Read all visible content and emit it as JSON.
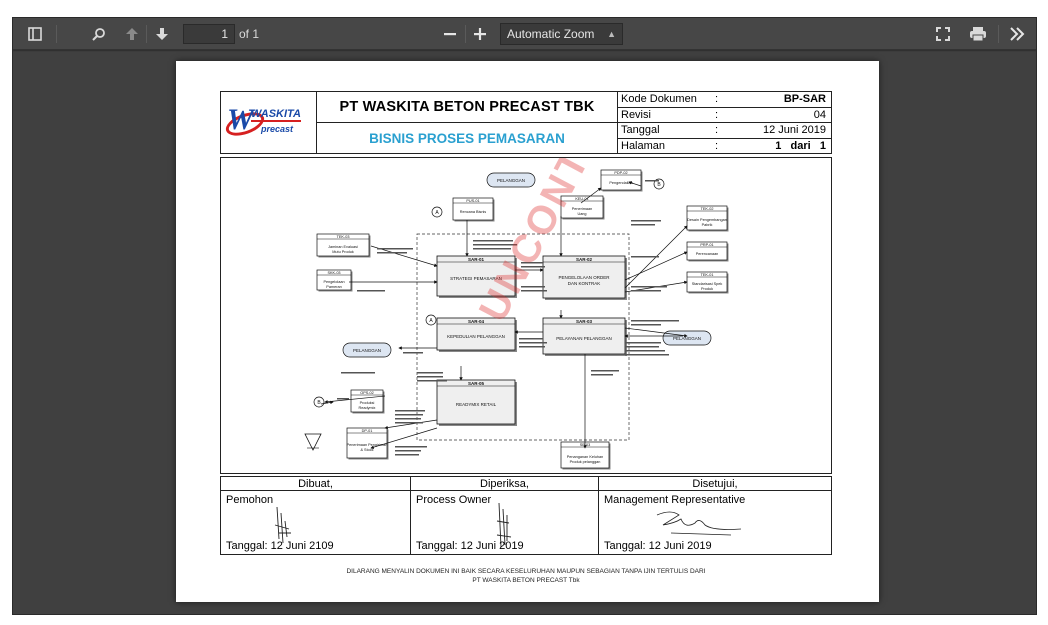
{
  "toolbar": {
    "page_number": "1",
    "page_count": "of 1",
    "zoom": "Automatic Zoom",
    "icons": [
      "sidebar-toggle-icon",
      "search-icon",
      "previous-page-icon",
      "next-page-icon",
      "zoom-out-icon",
      "zoom-in-icon",
      "presentation-mode-icon",
      "print-icon",
      "tools-icon"
    ]
  },
  "header": {
    "logo_text_1": "WASKITA",
    "logo_text_2": "precast",
    "company": "PT WASKITA BETON PRECAST TBK",
    "process": "BISNIS PROSES PEMASARAN",
    "rows": [
      {
        "label": "Kode Dokumen",
        "colon": ":",
        "value": "BP-SAR"
      },
      {
        "label": "Revisi",
        "colon": ":",
        "value": "04"
      },
      {
        "label": "Tanggal",
        "colon": ":",
        "value": "12 Juni 2019"
      },
      {
        "label": "Halaman",
        "colon": ":",
        "value": "1   dari   1"
      }
    ]
  },
  "diagram": {
    "boxes": [
      {
        "code": "SAR-01",
        "name": "STRATEGI PEMASARAN"
      },
      {
        "code": "SAR-02",
        "name": "PENGELOLAAN ORDER DAN KONTRAK"
      },
      {
        "code": "SAR-04",
        "name": "KEPEDULIAN PELANGGAN"
      },
      {
        "code": "SAR-03",
        "name": "PELAYANAN PELANGGAN"
      },
      {
        "code": "SAR-05",
        "name": "READYMIX RETAIL"
      }
    ],
    "external": [
      {
        "code": "PUS-01",
        "name": "Rencana Bisnis"
      },
      {
        "code": "KEU-01",
        "name": "Penerimaan Uang"
      },
      {
        "code": "PDP-02",
        "name": "Pengendalian"
      },
      {
        "code": "TEK-03",
        "name": "Jaminan Evaluasi Mutu Produk"
      },
      {
        "code": "SKK-03",
        "name": "Pengelolaan Pameran"
      },
      {
        "code": "TEK-02",
        "name": "Desain Pengembangan Pabrik"
      },
      {
        "code": "PRP-01",
        "name": "Perencanaan"
      },
      {
        "code": "TEK-01",
        "name": "Standarisasi Spek Produk"
      },
      {
        "code": "OPS-02",
        "name": "Produksi Readymix"
      },
      {
        "code": "DP-01",
        "name": "Penerimaan Pengiriman & Stock"
      },
      {
        "code": "SP-03",
        "name": "Penanganan Keluhan Produk pelanggan"
      }
    ],
    "terminals": [
      "PELANGGAN",
      "PELANGGAN",
      "PELANGGAN"
    ],
    "connectors": [
      "A",
      "A",
      "B",
      "B"
    ],
    "watermark": "UNCONTROLLED COPY"
  },
  "signatures": {
    "headers": [
      "Dibuat,",
      "Diperiksa,",
      "Disetujui,"
    ],
    "roles": [
      "Pemohon",
      "Process Owner",
      "Management Representative"
    ],
    "dates": [
      "Tanggal: 12 Juni 2109",
      "Tanggal: 12 Juni 2019",
      "Tanggal: 12 Juni 2019"
    ]
  },
  "footer": {
    "line1": "DILARANG MENYALIN DOKUMEN INI BAIK SECARA KESELURUHAN MAUPUN SEBAGIAN TANPA IJIN TERTULIS DARI",
    "line2": "PT WASKITA BETON PRECAST Tbk"
  }
}
